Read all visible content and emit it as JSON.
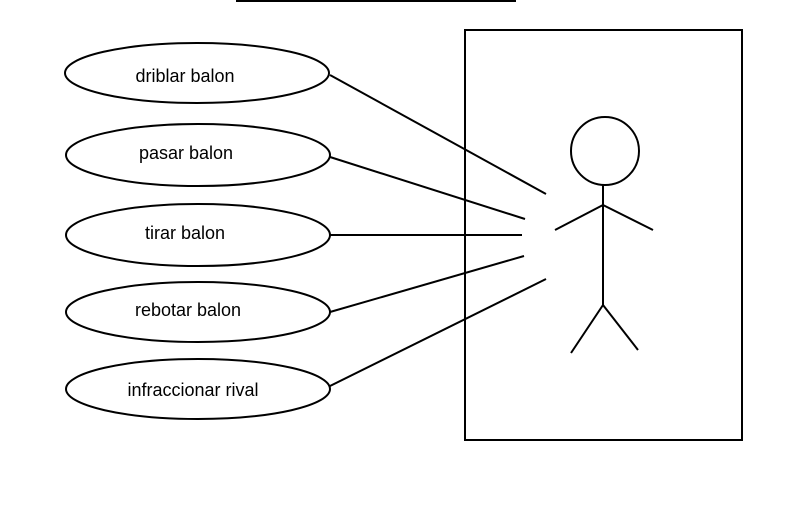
{
  "diagram": {
    "use_cases": [
      {
        "label": "driblar balon"
      },
      {
        "label": "pasar balon"
      },
      {
        "label": "tirar balon"
      },
      {
        "label": "rebotar balon"
      },
      {
        "label": "infraccionar rival"
      }
    ],
    "colors": {
      "stroke": "#000000",
      "background": "#ffffff"
    }
  }
}
